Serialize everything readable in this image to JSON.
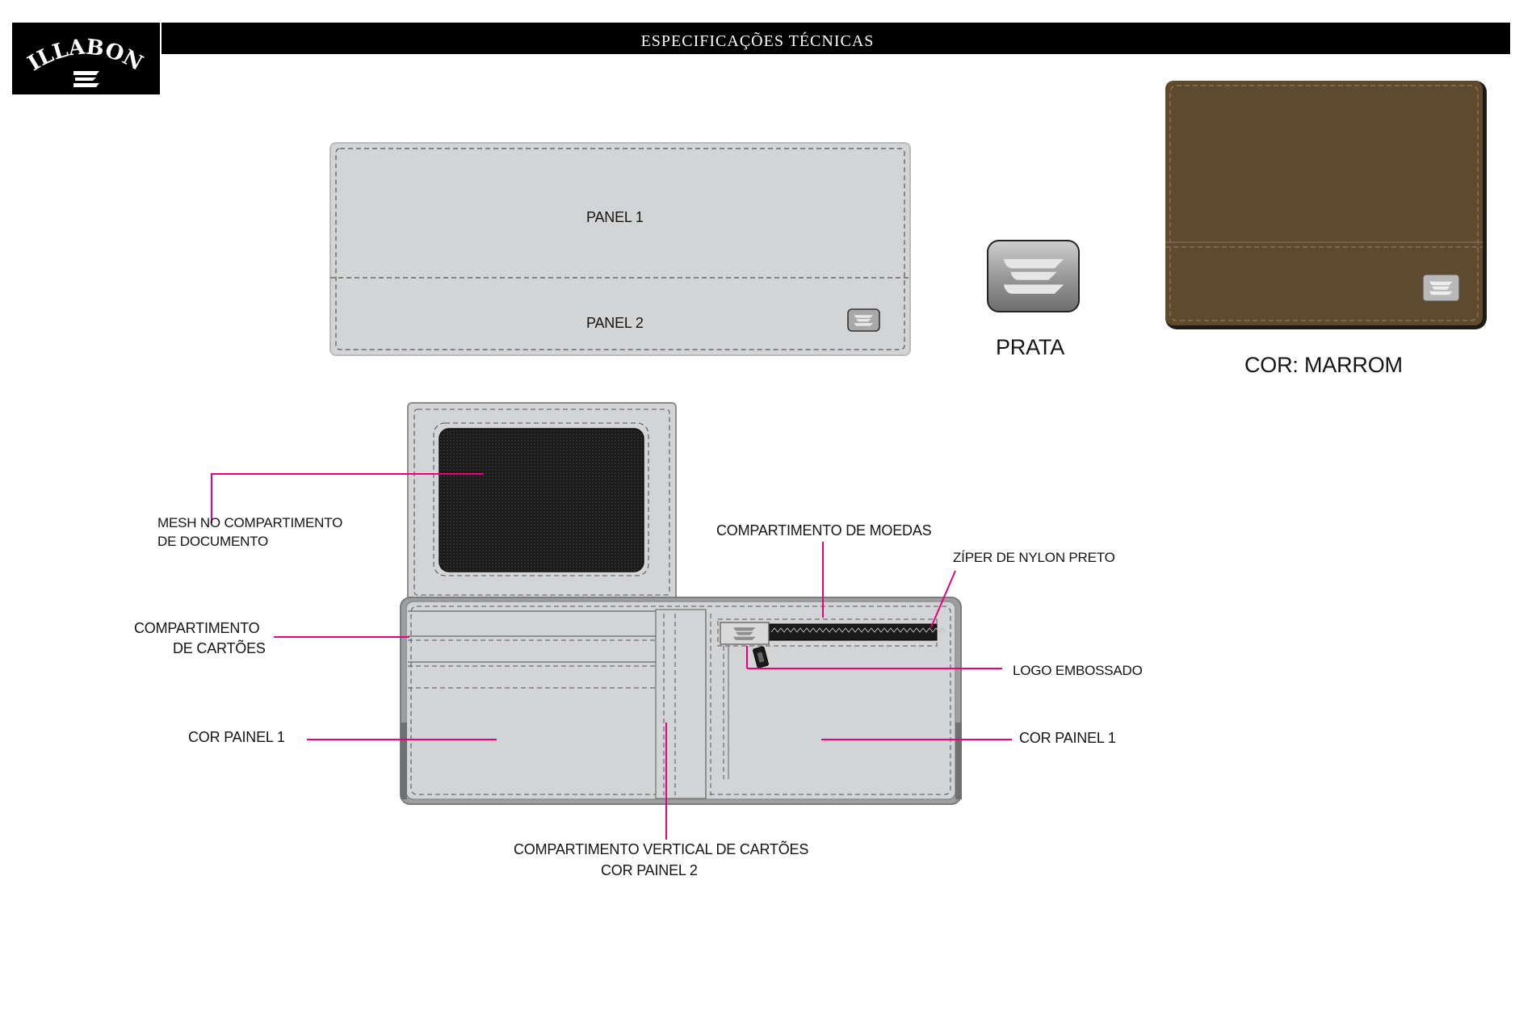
{
  "header": {
    "brand": "BILLABONG",
    "title": "ESPECIFICAÇÕES TÉCNICAS"
  },
  "top_view": {
    "panel1_label": "PANEL 1",
    "panel2_label": "PANEL 2"
  },
  "badge": {
    "caption": "PRATA"
  },
  "colorway": {
    "caption": "COR: MARROM",
    "color_hex": "#5f4a2e"
  },
  "callouts": {
    "mesh_line1": "MESH NO COMPARTIMENTO",
    "mesh_line2": "DE DOCUMENTO",
    "cards_line1": "COMPARTIMENTO",
    "cards_line2": "DE CARTÕES",
    "panel_left": "COR PAINEL 1",
    "panel_right": "COR PAINEL 1",
    "coins": "COMPARTIMENTO DE MOEDAS",
    "zipper": "ZÍPER DE NYLON PRETO",
    "logo": "LOGO EMBOSSADO",
    "vertical_line1": "COMPARTIMENTO VERTICAL DE CARTÕES",
    "vertical_line2": "COR PAINEL 2"
  },
  "colors": {
    "accent": "#e6007e",
    "panel_gray": "#d3d4d6",
    "header_black": "#000000"
  }
}
